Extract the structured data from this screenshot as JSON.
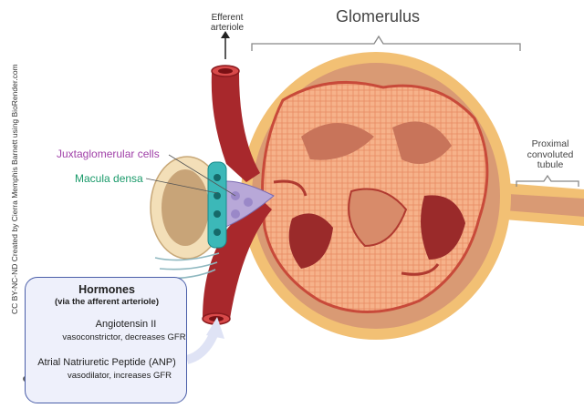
{
  "labels": {
    "efferent_arteriole": "Efferent\narteriole",
    "glomerulus": "Glomerulus",
    "proximal_tubule": "Proximal\nconvoluted\ntubule",
    "juxtaglomerular_cells": "Juxtaglomerular cells",
    "macula_densa": "Macula densa"
  },
  "credit": "CC BY-NC-ND Created by Cierra Memphis Barnett using BioRender.com",
  "hormones": {
    "title": "Hormones",
    "subtitle": "(via the afferent arteriole)",
    "items": [
      {
        "name": "Angiotensin II",
        "effect": "vasoconstrictor, decreases GFR"
      },
      {
        "name": "Atrial Natriuretic Peptide (ANP)",
        "effect": "vasodilator, increases GFR"
      }
    ]
  },
  "colors": {
    "capsule_outer": "#f2c074",
    "capsule_inner": "#d99a74",
    "arteriole": "#a8282c",
    "capillary": "#f4a878",
    "macula_densa": "#3cb8b8",
    "juxtaglomerular": "#b8a8d8",
    "box_border": "#4a5ea8",
    "box_fill": "#eef0fb"
  }
}
